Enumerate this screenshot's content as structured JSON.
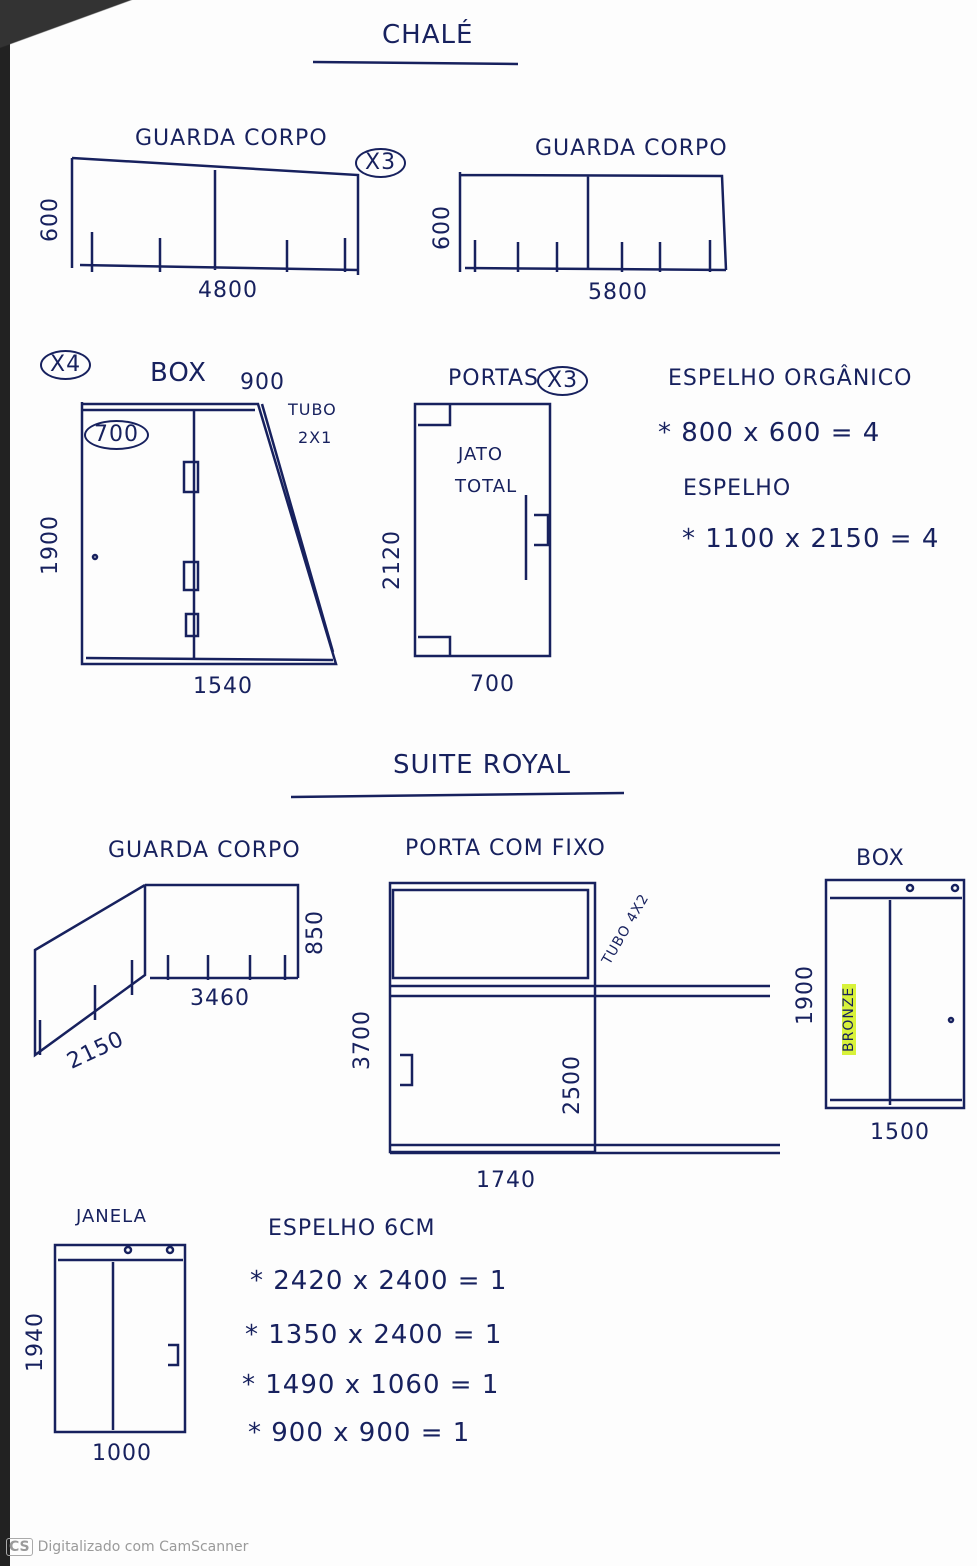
{
  "chale": {
    "title": "CHALÉ",
    "guarda1": {
      "label": "GUARDA CORPO",
      "qty": "X3",
      "height": "600",
      "width": "4800"
    },
    "guarda2": {
      "label": "GUARDA CORPO",
      "height": "600",
      "width": "5800"
    },
    "box": {
      "qty": "X4",
      "label": "BOX",
      "top": "900",
      "tube": "TUBO",
      "tube_size": "2X1",
      "door": "700",
      "height": "1900",
      "width": "1540"
    },
    "portas": {
      "label": "PORTAS",
      "qty": "X3",
      "finish1": "JATO",
      "finish2": "TOTAL",
      "height": "2120",
      "width": "700"
    },
    "espelhos": {
      "title1": "ESPELHO ORGÂNICO",
      "line1": "* 800 x 600 = 4",
      "title2": "ESPELHO",
      "line2": "* 1100 x 2150 = 4"
    }
  },
  "suite": {
    "title": "SUITE ROYAL",
    "guarda": {
      "label": "GUARDA CORPO",
      "height": "850",
      "width": "3460",
      "side": "2150"
    },
    "porta": {
      "label": "PORTA COM FIXO",
      "tube": "TUBO 4X2",
      "height": "3700",
      "door_height": "2500",
      "width": "1740"
    },
    "box": {
      "label": "BOX",
      "height": "1900",
      "color": "BRONZE",
      "width": "1500"
    },
    "janela": {
      "label": "JANELA",
      "height": "1940",
      "width": "1000"
    },
    "espelhos": {
      "title": "ESPELHO 6CM",
      "items": [
        "* 2420 x 2400 = 1",
        "* 1350 x 2400 = 1",
        "* 1490 x 1060 = 1",
        "* 900 x 900 = 1"
      ]
    }
  },
  "footer": {
    "logo": "CS",
    "text": "Digitalizado com CamScanner"
  }
}
